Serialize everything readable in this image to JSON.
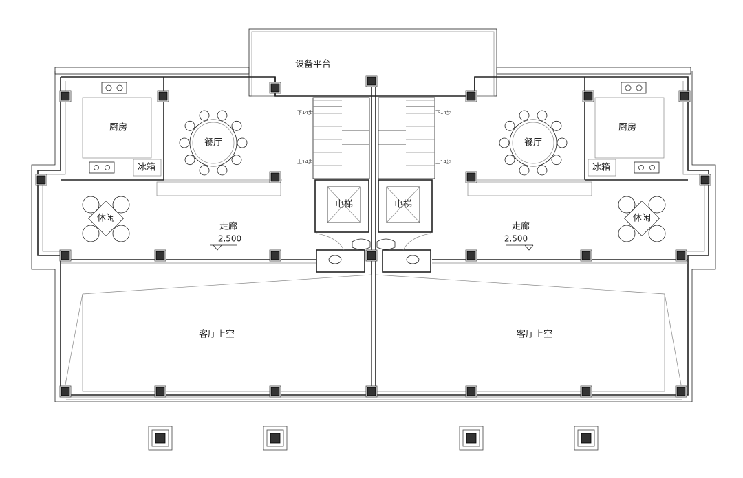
{
  "labels": {
    "equipment_platform": "设备平台",
    "kitchen_left": "厨房",
    "kitchen_right": "厨房",
    "dining_left": "餐厅",
    "dining_right": "餐厅",
    "fridge_left": "冰箱",
    "fridge_right": "冰箱",
    "elevator_left": "电梯",
    "elevator_right": "电梯",
    "lounge_left": "休闲",
    "lounge_right": "休闲",
    "corridor_left": "走廊",
    "corridor_right": "走廊",
    "elevation_left": "2.500",
    "elevation_right": "2.500",
    "living_void_left": "客厅上空",
    "living_void_right": "客厅上空",
    "stair_down_left": "下14步",
    "stair_up_left": "上14步",
    "stair_down_right": "下14步",
    "stair_up_right": "上14步"
  }
}
